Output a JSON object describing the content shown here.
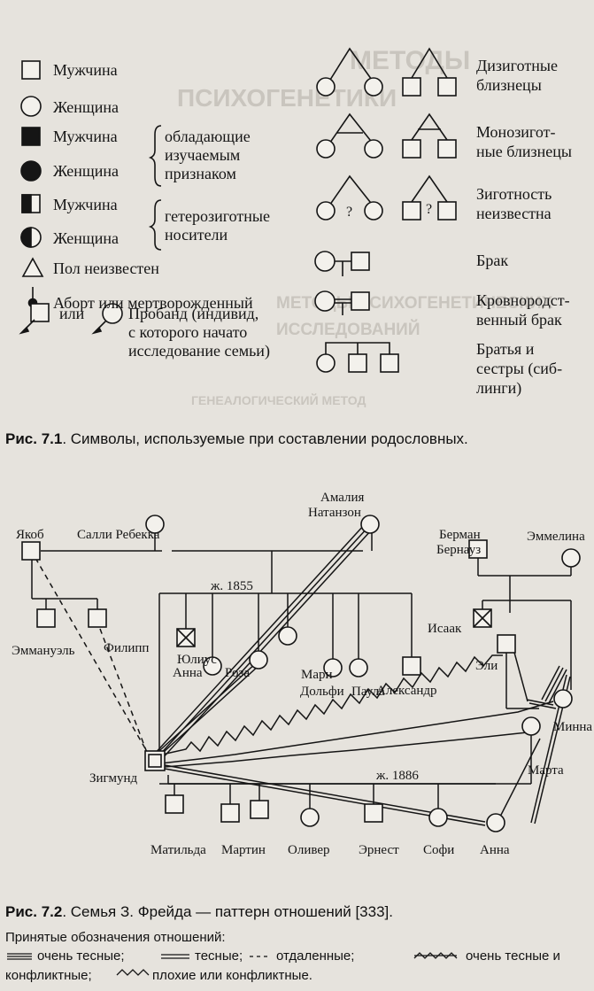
{
  "ghost": {
    "g1": "МЕТОДЫ",
    "g2": "ПСИХОГЕНЕТИКИ",
    "g3": "МЕТОДЫ ПСИХОГЕНЕТИЧЕСКИХ",
    "g4": "ИССЛЕДОВАНИЙ",
    "g5": "ГЕНЕАЛОГИЧЕСКИЙ МЕТОД"
  },
  "legend_left": {
    "male": "Мужчина",
    "female": "Женщина",
    "affected_male": "Мужчина",
    "affected_female": "Женщина",
    "affected_desc": [
      "обладающие",
      "изучаемым",
      "признаком"
    ],
    "het_male": "Мужчина",
    "het_female": "Женщина",
    "het_desc": [
      "гетерозиготные",
      "носители"
    ],
    "unknown_sex": "Пол неизвестен",
    "abortion": "Аборт или мертворожденный",
    "proband_or": "или",
    "proband_desc": [
      "Пробанд (индивид,",
      "с которого начато",
      "исследование семьи)"
    ]
  },
  "legend_right": {
    "dizygotic": [
      "Дизиготные",
      "близнецы"
    ],
    "monozygotic": [
      "Монозигот-",
      "ные близнецы"
    ],
    "unknown_zygosity": [
      "Зиготность",
      "неизвестна"
    ],
    "unknown_mark": "?",
    "marriage": "Брак",
    "consanguineous": [
      "Кровнородст-",
      "венный брак"
    ],
    "siblings": [
      "Братья и",
      "сестры (сиб-",
      "линги)"
    ]
  },
  "fig1": {
    "label": "Рис. 7.1",
    "text": ". Символы, используемые при составлении родословных."
  },
  "pedigree": {
    "jakob": "Якоб",
    "sally": "Салли Ребекка",
    "amalia": [
      "Амалия",
      "Натанзон"
    ],
    "berman": [
      "Берман",
      "Бернауз"
    ],
    "emmeline": "Эммелина",
    "d1855": "ж. 1855",
    "julius": "Юлиус",
    "anna1": "Анна",
    "roza": "Роза",
    "mari": "Мари",
    "dolfi": "Дольфи",
    "paula": "Паула",
    "alexandr": "Александр",
    "isaak": "Исаак",
    "eli": "Эли",
    "minna": "Минна",
    "emmanuel": "Эммануэль",
    "filipp": "Филипп",
    "zigmund": "Зигмунд",
    "marta": "Марта",
    "d1886": "ж. 1886",
    "matilda": "Матильда",
    "martin": "Мартин",
    "oliver": "Оливер",
    "ernest": "Эрнест",
    "sofi": "Софи",
    "anna2": "Анна"
  },
  "fig2": {
    "label": "Рис. 7.2",
    "text": ". Семья З. Фрейда — паттерн отношений [333]."
  },
  "notes": {
    "title": "Принятые обозначения отношений:",
    "very_close": "очень тесные;",
    "close": "тесные;",
    "distant": "отдаленные;",
    "very_close_conflict": "очень тесные и",
    "conflict_tail": "конфликтные;",
    "bad": "плохие или конфликтные."
  }
}
